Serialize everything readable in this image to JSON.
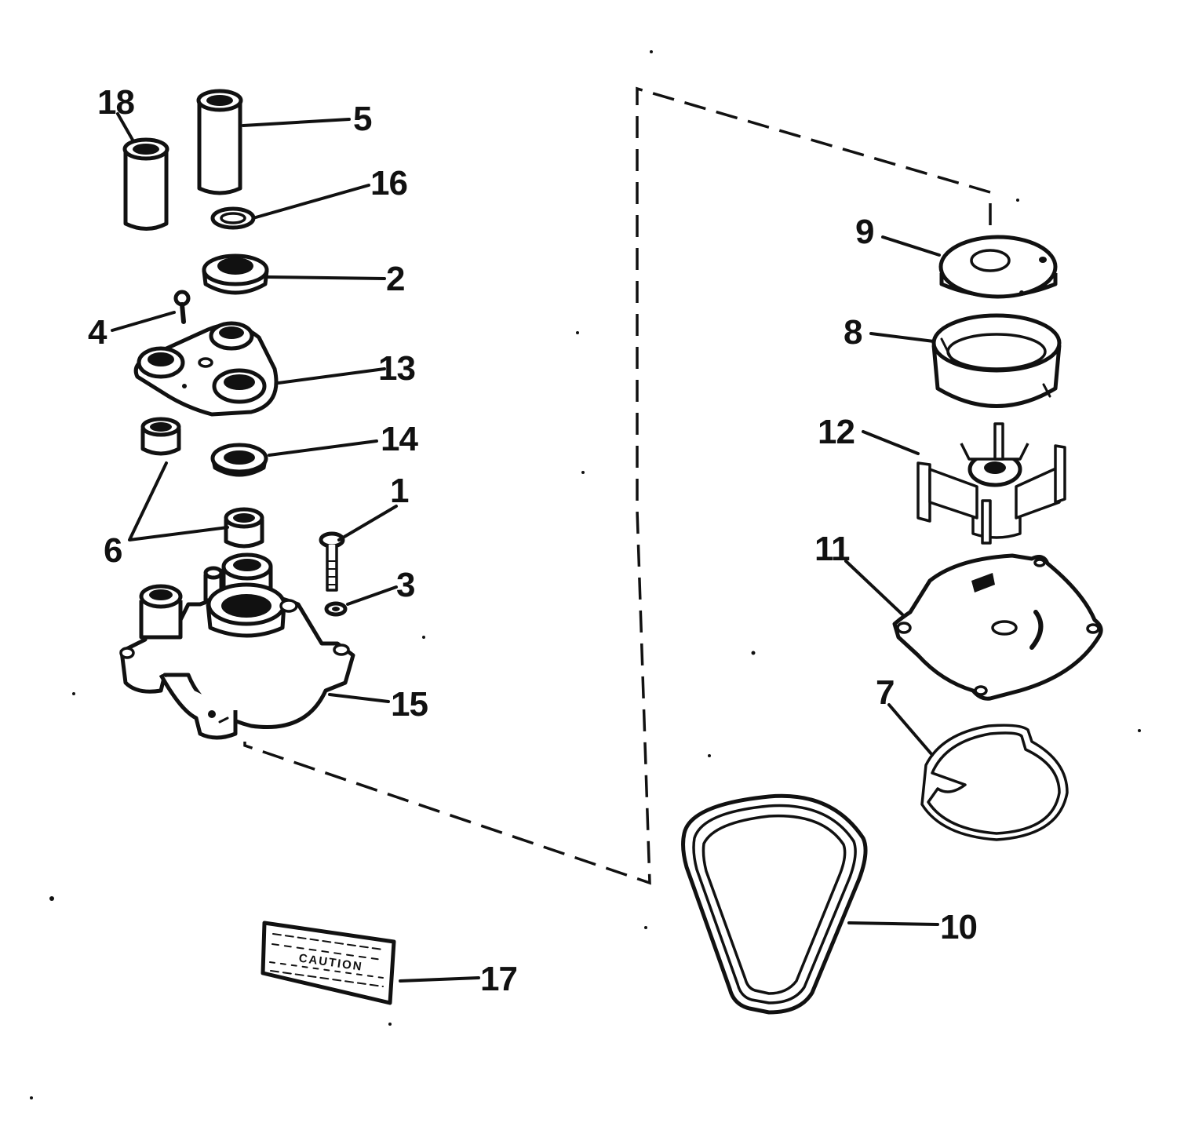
{
  "diagram": {
    "callouts": [
      {
        "id": "c1",
        "text": "1"
      },
      {
        "id": "c2",
        "text": "2"
      },
      {
        "id": "c3",
        "text": "3"
      },
      {
        "id": "c4",
        "text": "4"
      },
      {
        "id": "c5",
        "text": "5"
      },
      {
        "id": "c6",
        "text": "6"
      },
      {
        "id": "c7",
        "text": "7"
      },
      {
        "id": "c8",
        "text": "8"
      },
      {
        "id": "c9",
        "text": "9"
      },
      {
        "id": "c10",
        "text": "10"
      },
      {
        "id": "c11",
        "text": "11"
      },
      {
        "id": "c12",
        "text": "12"
      },
      {
        "id": "c13",
        "text": "13"
      },
      {
        "id": "c14",
        "text": "14"
      },
      {
        "id": "c15",
        "text": "15"
      },
      {
        "id": "c16",
        "text": "16"
      },
      {
        "id": "c17",
        "text": "17"
      },
      {
        "id": "c18",
        "text": "18"
      }
    ],
    "caution_plaque_text": "CAUTION"
  }
}
